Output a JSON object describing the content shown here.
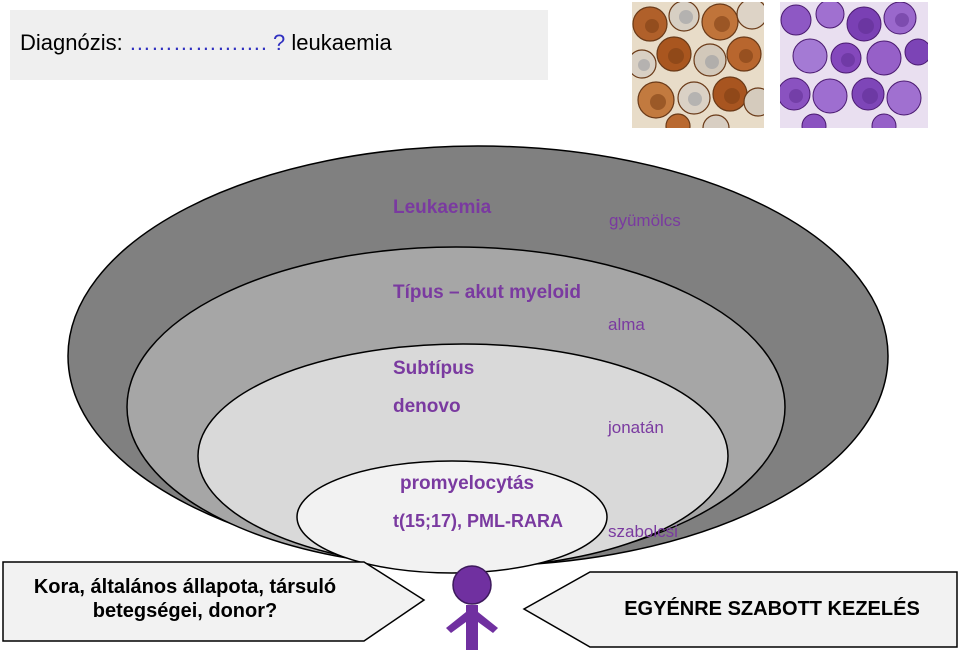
{
  "title": {
    "prefix": "Diagnózis:",
    "dots": " ………………. ?",
    "suffix": " leukaemia"
  },
  "levels": {
    "level1": {
      "label": "Leukaemia",
      "fruit": "gyümölcs"
    },
    "level2": {
      "label": "Típus – akut myeloid",
      "fruit": "alma"
    },
    "level3": {
      "label": "Subtípus",
      "label2": "denovo",
      "fruit": "jonatán"
    },
    "level4": {
      "label": "promyelocytás",
      "label2": "t(15;17), PML-RARA",
      "fruit": "szabolcsi"
    }
  },
  "left_callout": "Kora, általános állapota, társuló betegségei, donor?",
  "right_callout": "EGYÉNRE SZABOTT KEZELÉS",
  "colors": {
    "ellipse_outer": "#808080",
    "ellipse_2": "#a6a6a6",
    "ellipse_3": "#d9d9d9",
    "ellipse_inner": "#f2f2f2",
    "accent_purple": "#7a3aa0",
    "person_purple": "#7030a0"
  },
  "images": [
    "brown-stained-cells-micrograph",
    "purple-stained-cells-micrograph"
  ]
}
